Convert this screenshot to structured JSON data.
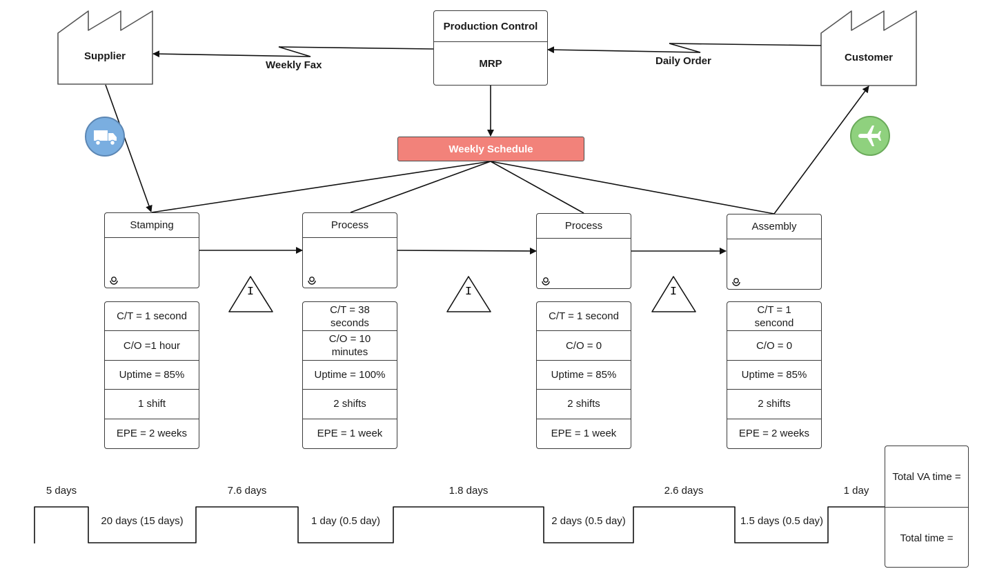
{
  "supplier": {
    "label": "Supplier"
  },
  "customer": {
    "label": "Customer"
  },
  "production_control": {
    "title": "Production Control",
    "system": "MRP"
  },
  "info_flows": {
    "weekly_fax": "Weekly Fax",
    "daily_order": "Daily Order"
  },
  "schedule": {
    "label": "Weekly Schedule",
    "color": "#f2827a"
  },
  "shipping": {
    "inbound_icon": "truck-icon",
    "outbound_icon": "airplane-icon",
    "truck_color": "#7aaee0",
    "plane_color": "#8fd17e"
  },
  "processes": [
    {
      "name": "Stamping",
      "data": [
        "C/T = 1 second",
        "C/O =1 hour",
        "Uptime = 85%",
        "1 shift",
        "EPE = 2 weeks"
      ]
    },
    {
      "name": "Process",
      "data": [
        "C/T = 38\nseconds",
        "C/O = 10\nminutes",
        "Uptime = 100%",
        "2 shifts",
        "EPE = 1 week"
      ]
    },
    {
      "name": "Process",
      "data": [
        "C/T = 1 second",
        "C/O = 0",
        "Uptime = 85%",
        "2 shifts",
        "EPE = 1 week"
      ]
    },
    {
      "name": "Assembly",
      "data": [
        "C/T = 1\nsencond",
        "C/O = 0",
        "Uptime = 85%",
        "2 shifts",
        "EPE = 2 weeks"
      ]
    }
  ],
  "inventory": {
    "symbol": "I"
  },
  "timeline": {
    "waits": [
      "5 days",
      "7.6 days",
      "1.8 days",
      "2.6 days",
      "1 day"
    ],
    "process_times": [
      "20 days (15 days)",
      "1 day (0.5 day)",
      "2 days (0.5 day)",
      "1.5 days (0.5 day)"
    ],
    "total_va": "Total VA time  =",
    "total_time": "Total time ="
  }
}
